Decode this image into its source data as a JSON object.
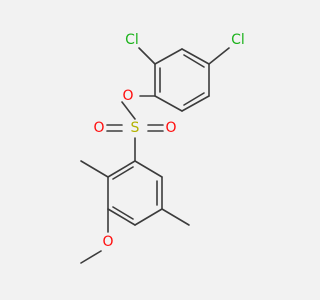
{
  "colors": {
    "background": "#f2f2f2",
    "bond": "#3c3c3c",
    "chlorine": "#1db31d",
    "oxygen": "#ff0d0d",
    "sulfur": "#b2b200"
  },
  "atoms": {
    "cl_top": "Cl",
    "cl_right": "Cl",
    "o_ester": "O",
    "o_sulfonyl_left": "O",
    "o_sulfonyl_right": "O",
    "s_sulfonyl": "S",
    "o_methoxy": "O"
  }
}
